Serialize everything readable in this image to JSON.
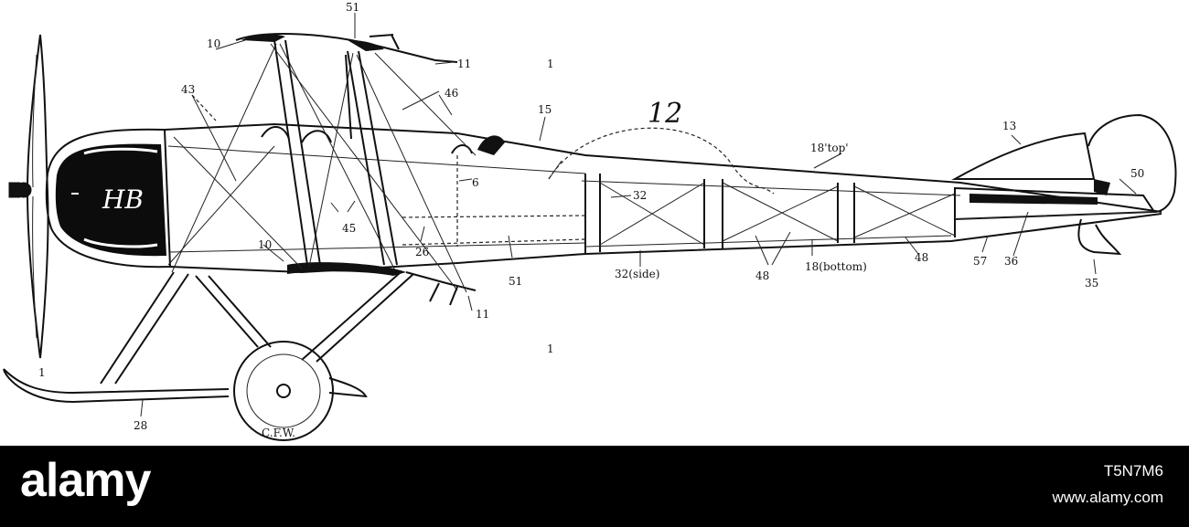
{
  "diagram": {
    "monogram": "HB",
    "labels": {
      "l51_top": "51",
      "l10_top": "10",
      "l11_top": "11",
      "l1_top": "1",
      "l43": "43",
      "l46": "46",
      "l15": "15",
      "l12": "12",
      "l13": "13",
      "l18top": "18'top'",
      "l50": "50",
      "l6": "6",
      "l32": "32",
      "l45": "45",
      "l10_bot": "10",
      "l26": "26",
      "l51_bot": "51",
      "l11_bot": "11",
      "l32side": "32(side)",
      "l48a": "48",
      "l18bottom": "18(bottom)",
      "l48b": "48",
      "l57": "57",
      "l36": "36",
      "l35": "35",
      "l1_mid": "1",
      "l1_left": "1",
      "l28": "28",
      "signature": "C.F.W."
    }
  },
  "footer": {
    "brand": "alamy",
    "image_id": "T5N7M6",
    "site": "www.alamy.com"
  }
}
